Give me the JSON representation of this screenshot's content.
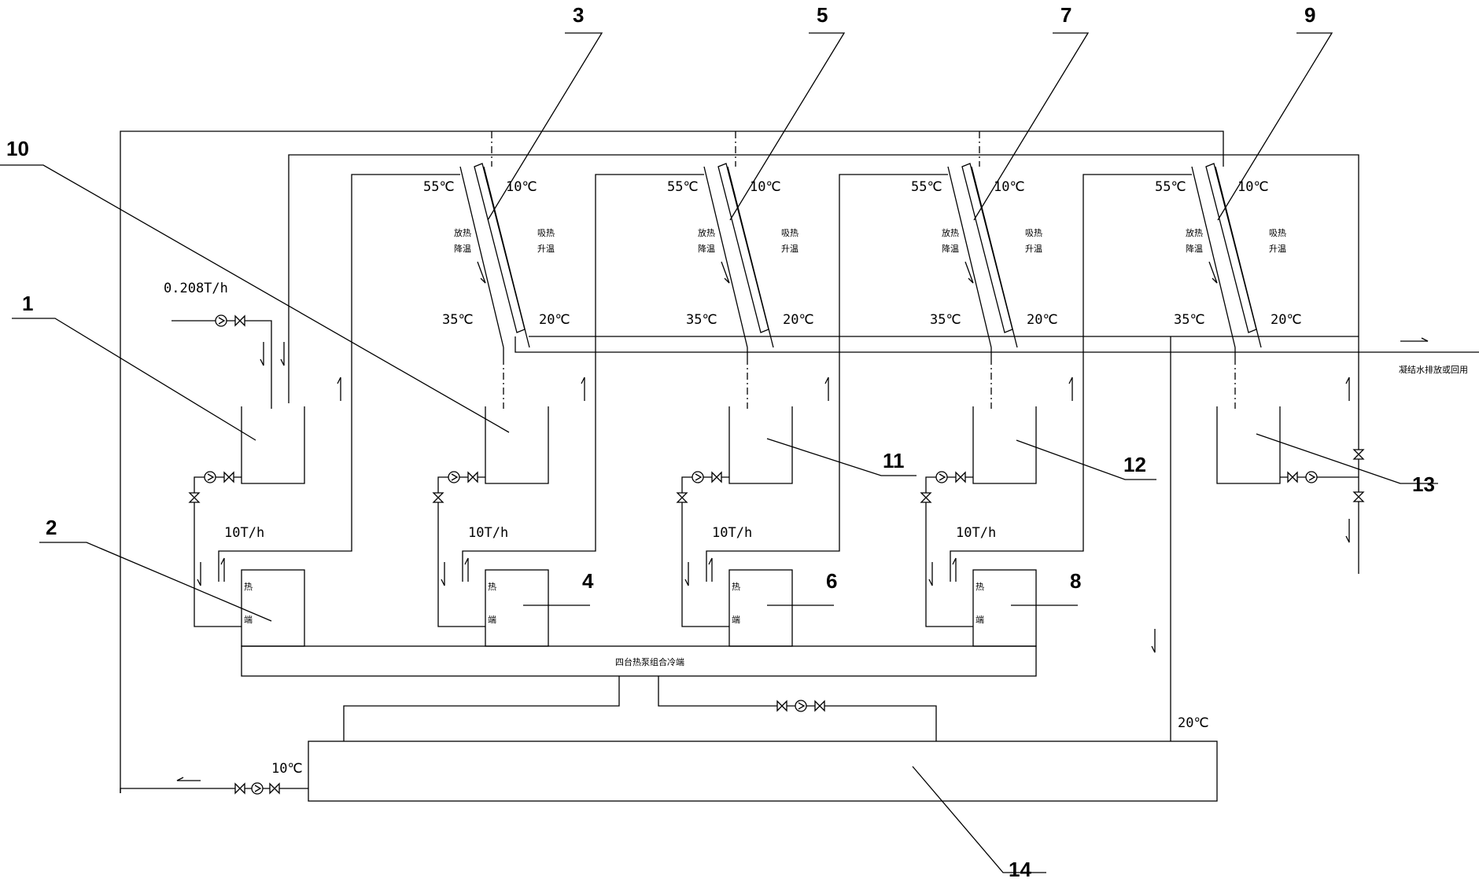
{
  "callouts": [
    "1",
    "2",
    "3",
    "4",
    "5",
    "6",
    "7",
    "8",
    "9",
    "10",
    "11",
    "12",
    "13",
    "14"
  ],
  "labels": {
    "flow_makeup": "0.208T/h",
    "flow_circ": "10T/h",
    "temp_55": "55℃",
    "temp_35": "35℃",
    "temp_10": "10℃",
    "temp_20": "20℃",
    "hx_hot_l1": "放热",
    "hx_hot_l2": "降温",
    "hx_cold_l1": "吸热",
    "hx_cold_l2": "升温",
    "hp_l1": "热",
    "hp_l2": "端",
    "cold_header": "四台热泵组合冷端",
    "discharge": "凝结水排放或回用",
    "return_temp": "20℃",
    "outlet_temp": "10℃"
  }
}
